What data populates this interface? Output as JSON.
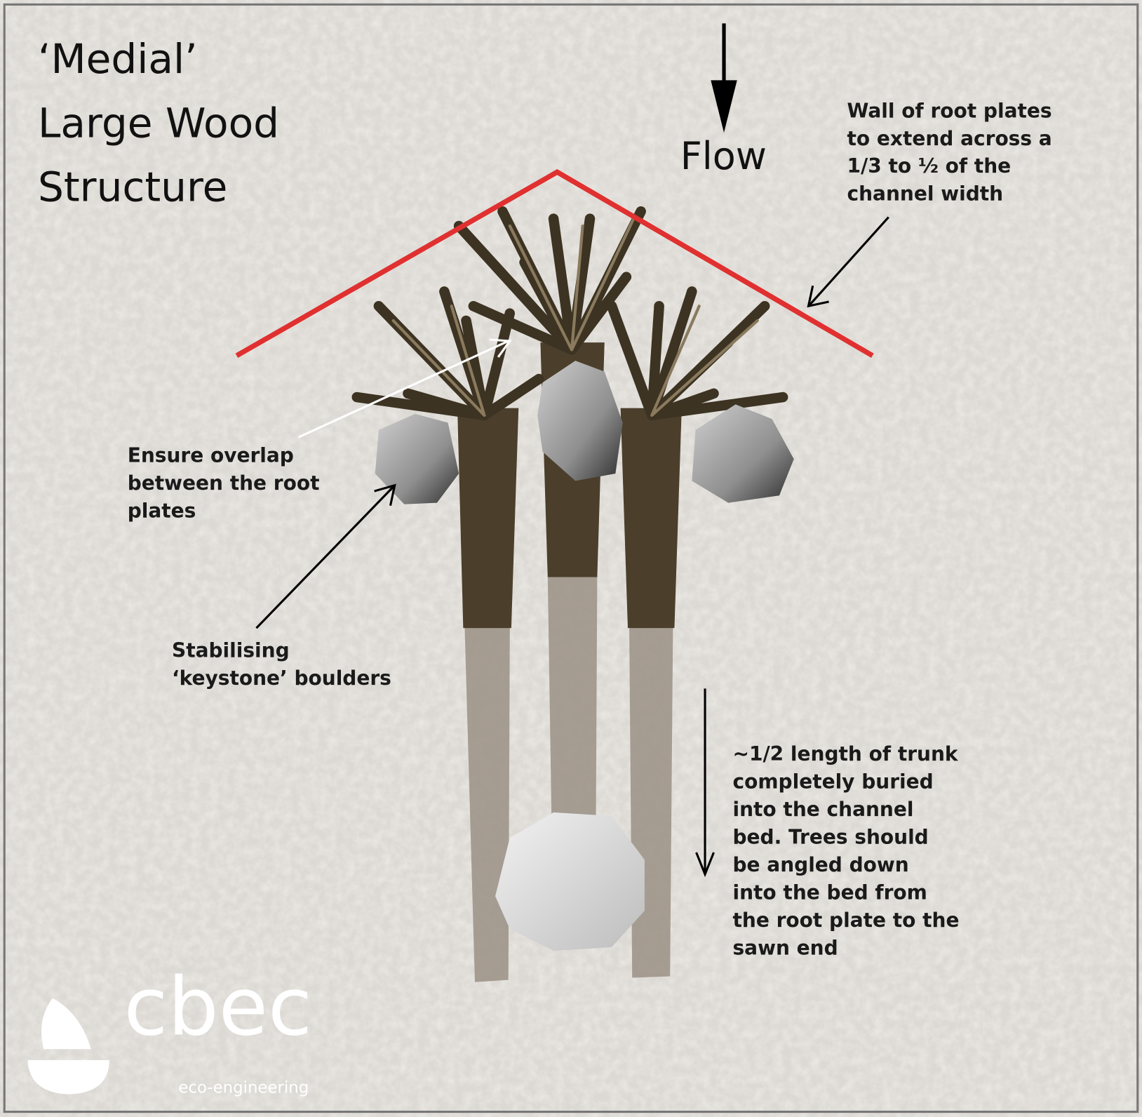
{
  "title": [
    "‘Medial’",
    "Large Wood",
    "Structure"
  ],
  "flow_label": "Flow",
  "annotations": {
    "wall": [
      "Wall of root plates",
      "to extend across a",
      "1/3 to ½ of the",
      "channel width"
    ],
    "overlap": [
      "Ensure overlap",
      "between the root",
      "plates"
    ],
    "boulders": [
      "Stabilising",
      "‘keystone’ boulders"
    ],
    "trunk": [
      "~1/2 length of trunk",
      "completely buried",
      "into the channel",
      "bed. Trees should",
      "be angled down",
      "into the bed from",
      "the root plate to the",
      "sawn end"
    ]
  },
  "logo": {
    "name": "cbec",
    "tagline": "eco-engineering"
  },
  "colors": {
    "background": "#d9d6d1",
    "red_line": "#e03030",
    "wood": "#4a3f2c",
    "buried_trunk": "#9c9386",
    "boulder": "#8a8a8a"
  }
}
